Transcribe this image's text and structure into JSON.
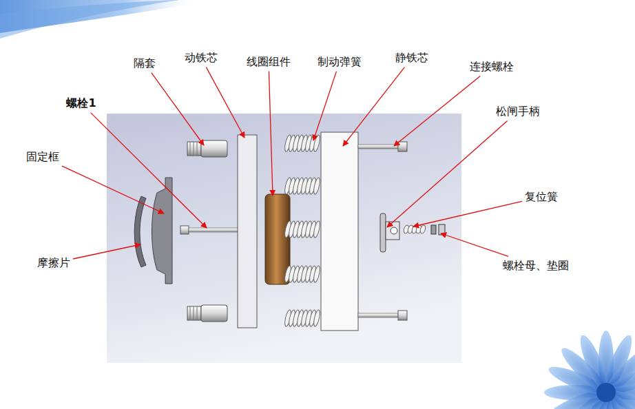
{
  "diagram": {
    "labels": [
      "隔套",
      "动铁芯",
      "线圈组件",
      "制动弹簧",
      "静铁芯",
      "连接螺栓",
      "螺栓1",
      "松闸手柄",
      "固定框",
      "复位簧",
      "摩擦片",
      "螺栓母、垫圈"
    ]
  }
}
